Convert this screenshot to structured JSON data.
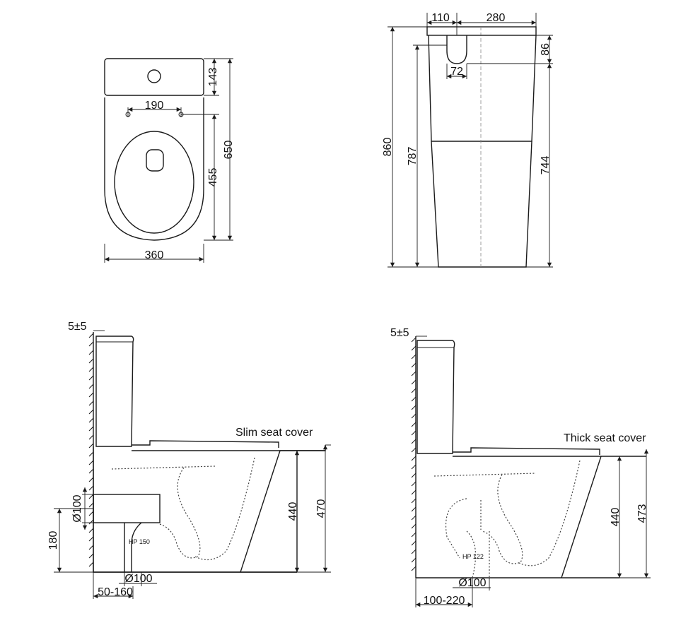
{
  "top_view": {
    "tank_depth": "143",
    "hole_spacing": "190",
    "bowl_length": "455",
    "total_length": "650",
    "width": "360"
  },
  "front_view": {
    "outlet_offset": "110",
    "tank_width": "280",
    "tank_depth": "86",
    "button_width": "72",
    "total_height": "860",
    "body_height": "787",
    "lower_height": "744"
  },
  "slim_view": {
    "wall_gap": "5±5",
    "label": "Slim seat cover",
    "seat_height": "440",
    "overall_height": "470",
    "pipe_diameter": "Ø100",
    "pipe_height": "180",
    "trap_label": "HP 150",
    "floor_pipe_diameter": "Ø100",
    "wall_distance": "50-160"
  },
  "thick_view": {
    "wall_gap": "5±5",
    "label": "Thick seat cover",
    "seat_height": "440",
    "overall_height": "473",
    "trap_label": "HP 122",
    "floor_pipe_diameter": "Ø100",
    "wall_distance": "100-220"
  }
}
